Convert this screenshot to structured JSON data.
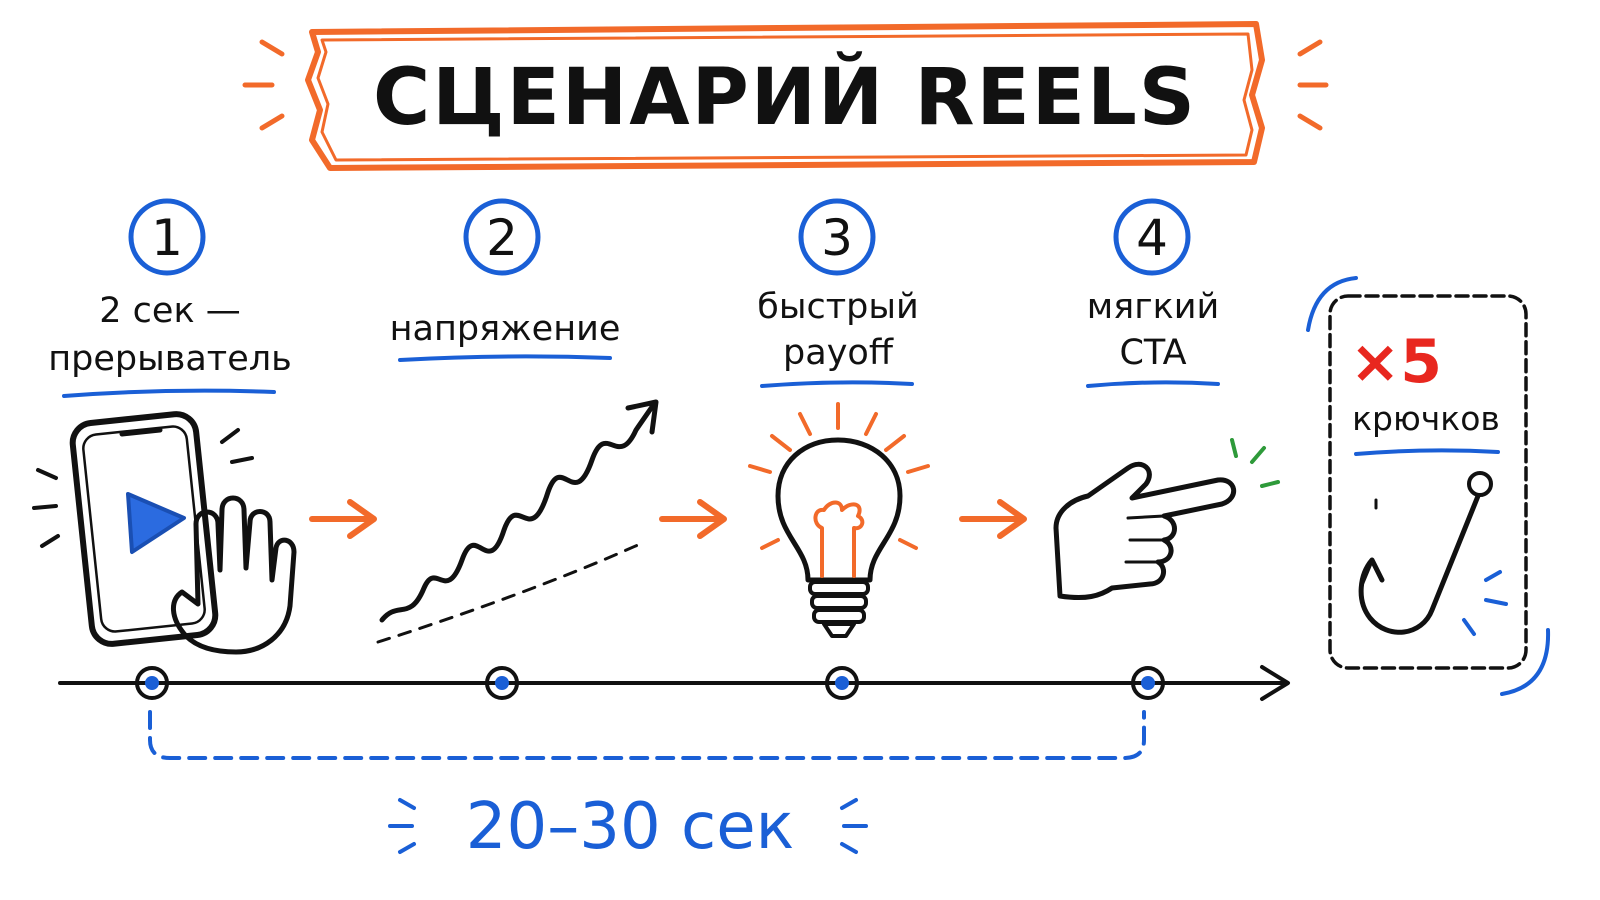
{
  "title": "СЦЕНАРИЙ REELS",
  "steps": [
    {
      "number": "1",
      "line1": "2 сек —",
      "line2": "прерыватель",
      "icon": "phone-hand-icon"
    },
    {
      "number": "2",
      "line1": "напряжение",
      "icon": "rising-zigzag-arrow-icon"
    },
    {
      "number": "3",
      "line1": "быстрый",
      "line2": "payoff",
      "icon": "lightbulb-icon"
    },
    {
      "number": "4",
      "line1": "мягкий",
      "line2": "CTA",
      "icon": "pointing-hand-icon"
    }
  ],
  "hooks": {
    "count": "×5",
    "label": "крючков",
    "icon": "fishing-hook-icon"
  },
  "duration": "20–30 сек",
  "colors": {
    "accent_blue": "#1a5fd6",
    "accent_orange": "#f26a2a",
    "accent_red": "#e8271f",
    "accent_green": "#2e9a3a",
    "ink": "#111111"
  }
}
